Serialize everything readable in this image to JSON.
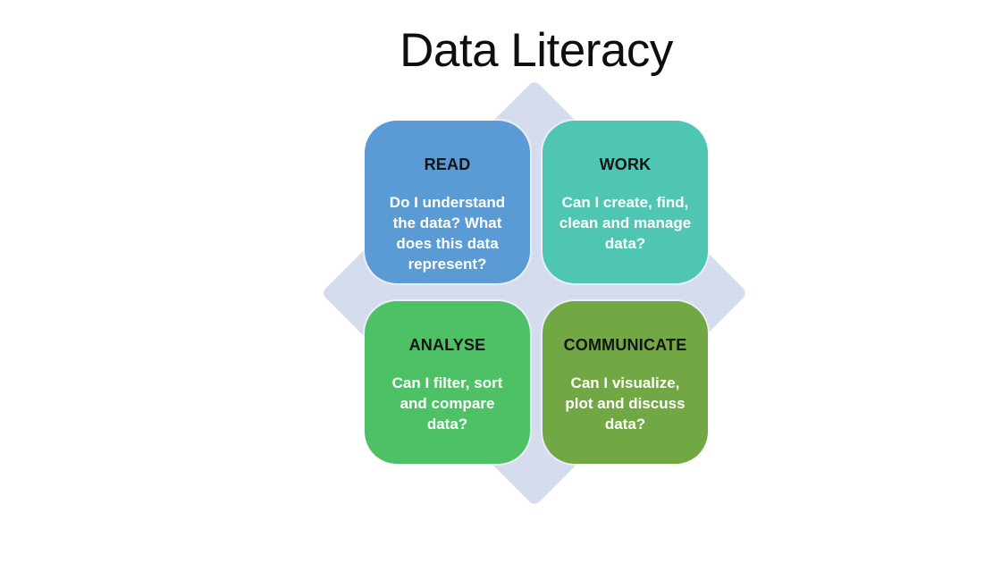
{
  "slide": {
    "title": "Data Literacy"
  },
  "colors": {
    "diamond": "#D5DCEE",
    "read": "#5B9BD5",
    "work": "#4FC6B2",
    "analyse": "#4EC167",
    "communicate": "#72A843",
    "heading_text": "#141414",
    "body_text": "#FFFFFF"
  },
  "quadrants": [
    {
      "id": "read",
      "label": "READ",
      "body": [
        "Do I understand",
        "the data? What",
        "does this data",
        "represent?"
      ]
    },
    {
      "id": "work",
      "label": "WORK",
      "body": [
        "Can I create, find,",
        "clean and manage",
        "data?"
      ]
    },
    {
      "id": "analyse",
      "label": "ANALYSE",
      "body": [
        "Can I filter, sort",
        "and compare",
        "data?"
      ]
    },
    {
      "id": "communicate",
      "label": "COMMUNICATE",
      "body": [
        "Can I visualize,",
        "plot and discuss",
        "data?"
      ]
    }
  ]
}
